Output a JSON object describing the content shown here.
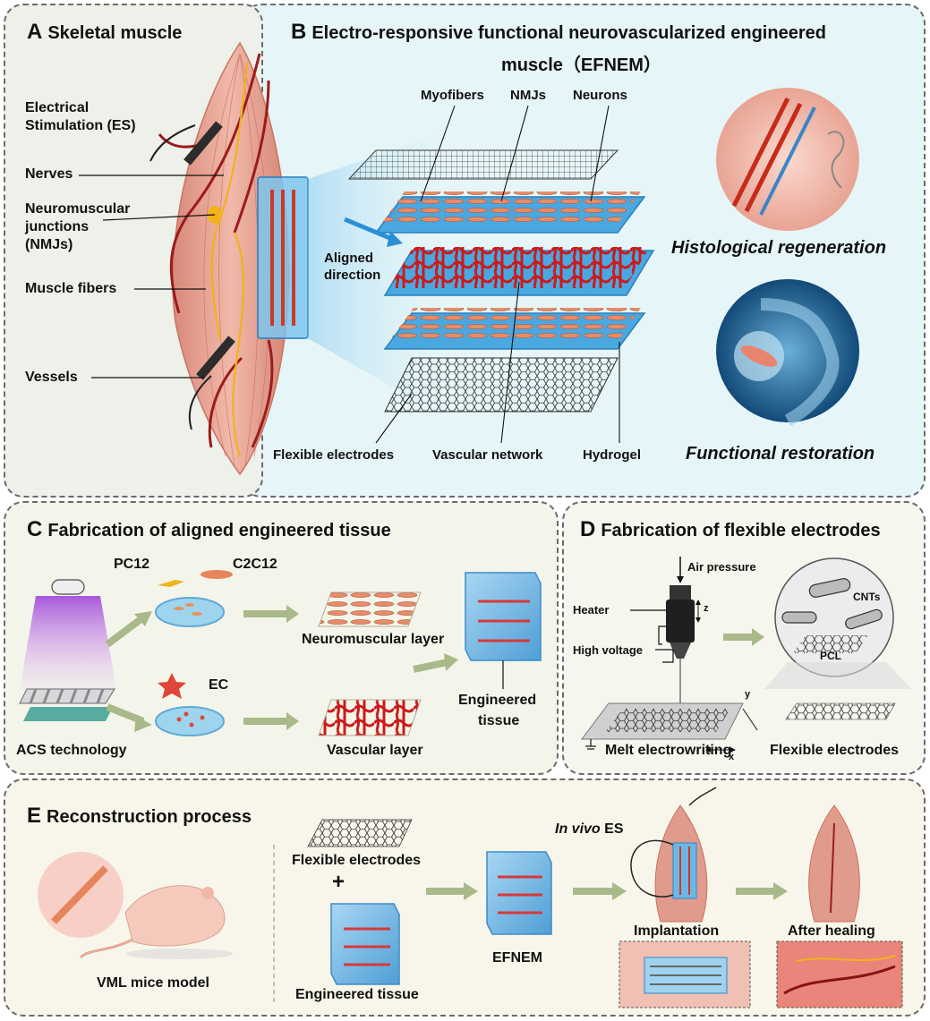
{
  "panelA": {
    "letter": "A",
    "title": "Skeletal muscle",
    "labels": {
      "es_line1": "Electrical",
      "es_line2": "Stimulation (ES)",
      "nerves": "Nerves",
      "nmj_line1": "Neuromuscular",
      "nmj_line2": "junctions",
      "nmj_line3": "(NMJs)",
      "fibers": "Muscle fibers",
      "vessels": "Vessels"
    }
  },
  "panelB": {
    "letter": "B",
    "title_line1": "Electro-responsive functional neurovascularized engineered",
    "title_line2": "muscle（EFNEM）",
    "labels": {
      "myofibers": "Myofibers",
      "nmjs": "NMJs",
      "neurons": "Neurons",
      "aligned_line1": "Aligned",
      "aligned_line2": "direction",
      "flex_electrodes": "Flexible electrodes",
      "vascular_network": "Vascular network",
      "hydrogel": "Hydrogel",
      "histological": "Histological regeneration",
      "functional": "Functional restoration"
    }
  },
  "panelC": {
    "letter": "C",
    "title": "Fabrication of aligned engineered tissue",
    "labels": {
      "pc12": "PC12",
      "c2c12": "C2C12",
      "ec": "EC",
      "acs": "ACS technology",
      "neuromuscular_layer": "Neuromuscular layer",
      "vascular_layer": "Vascular layer",
      "engineered_line1": "Engineered",
      "engineered_line2": "tissue"
    }
  },
  "panelD": {
    "letter": "D",
    "title": "Fabrication of flexible electrodes",
    "labels": {
      "air_pressure": "Air pressure",
      "heater": "Heater",
      "high_voltage": "High voltage",
      "z": "z",
      "y": "y",
      "x": "x",
      "cnts": "CNTs",
      "pcl": "PCL",
      "mew": "Melt electrowriting",
      "flex_electrodes": "Flexible electrodes"
    }
  },
  "panelE": {
    "letter": "E",
    "title": "Reconstruction process",
    "labels": {
      "vml": "VML mice model",
      "flex_electrodes": "Flexible electrodes",
      "plus": "+",
      "engineered_tissue": "Engineered tissue",
      "efnem": "EFNEM",
      "in_vivo": "In vivo",
      "es": "ES",
      "implantation": "Implantation",
      "after_healing": "After healing"
    }
  },
  "colors": {
    "panelA_bg": "#eef0ea",
    "panelB_bg": "#e6f6f8",
    "panelC_bg": "#f3f5ea",
    "panelD_bg": "#f6f6ef",
    "panelE_bg": "#f8f6ea",
    "muscle": "#e7a596",
    "vessel": "#9b1b1b",
    "nerve": "#f2b21b",
    "hydrogel": "#4aa8e0",
    "vascular": "#cc1a1a",
    "arrow": "#a9b98a"
  }
}
